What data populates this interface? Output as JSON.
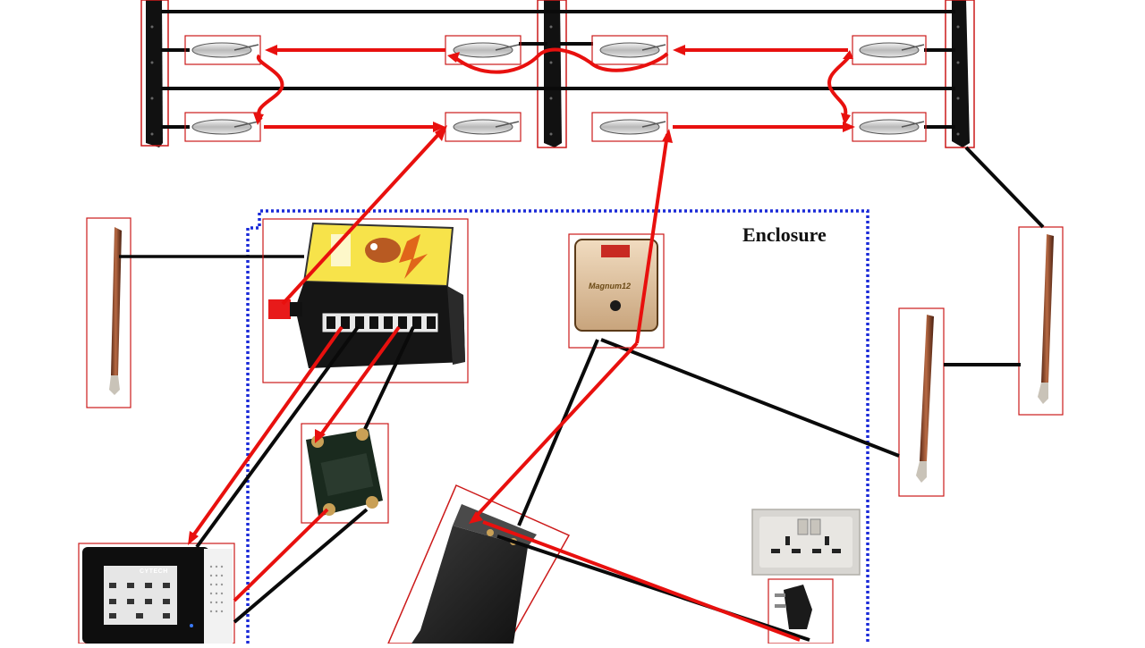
{
  "diagram": {
    "enclosure_label": "Enclosure",
    "controller_brand": "CYTECH",
    "energizer_brand": "Magnum12"
  },
  "colors": {
    "live_wire": "#e8100e",
    "neutral_wire": "#0a0a0a",
    "enclosure_border": "#1a2ad8",
    "highlight_box": "#cc1a1a",
    "copper_rod": "#8a4a2a"
  }
}
